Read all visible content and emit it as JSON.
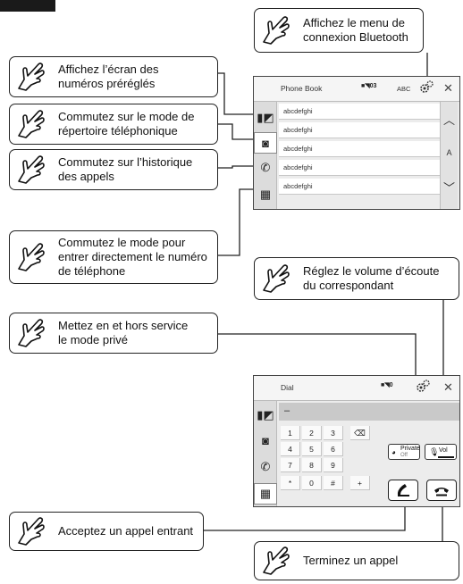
{
  "callouts": {
    "bluetooth": "Affichez le menu de\nconnexion Bluetooth",
    "preset": "Affichez l’écran des\nnuméros préréglés",
    "phonebook": "Commutez sur le mode de\nrépertoire téléphonique",
    "history": "Commutez sur l’historique\ndes appels",
    "direct": "Commutez le mode pour\nentrer directement le numéro\nde téléphone",
    "volume": "Réglez le volume d’écoute\ndu correspondant",
    "private": "Mettez en et hors service\nle mode privé",
    "accept": "Acceptez un appel entrant",
    "end": "Terminez un appel"
  },
  "screen1": {
    "title": "Phone Book",
    "status": "03",
    "abc": "ABC",
    "entries": [
      "abcdefghi",
      "abcdefghi",
      "abcdefghi",
      "abcdefghi",
      "abcdefghi"
    ],
    "alpha_letter": "A"
  },
  "screen2": {
    "title": "Dial",
    "status": "0",
    "field": "–",
    "keys": [
      "1",
      "2",
      "3",
      "4",
      "5",
      "6",
      "7",
      "8",
      "9",
      "*",
      "0",
      "#"
    ],
    "plus": "+",
    "private_label": "Private",
    "private_state": "Off",
    "vol_label": "Vol"
  },
  "icons": {
    "callout": "pointing-hand-icon",
    "gear": "gear-icon",
    "close": "close-icon",
    "preset": "preset-icon",
    "phonebook": "phonebook-icon",
    "history": "call-history-icon",
    "dialpad": "dialpad-icon",
    "backspace": "backspace-icon",
    "accept": "phone-accept-icon",
    "end": "phone-end-icon"
  }
}
